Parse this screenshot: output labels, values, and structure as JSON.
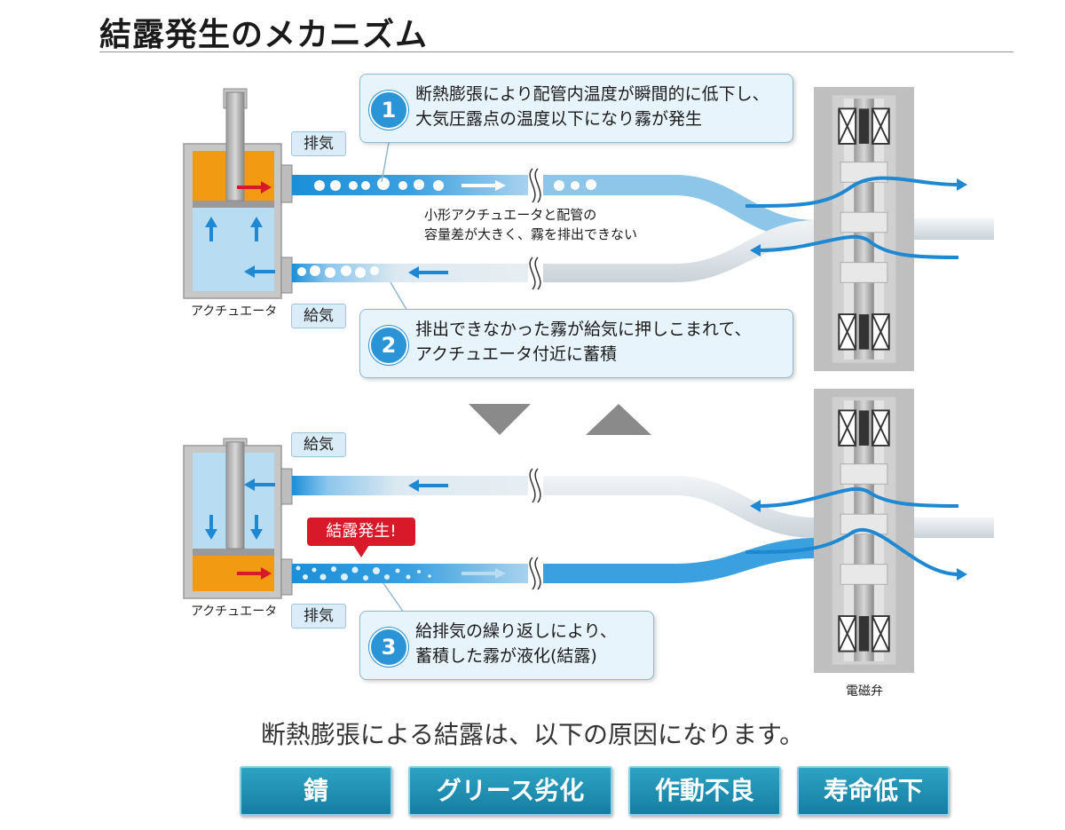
{
  "title": "結露発生のメカニズム",
  "callouts": [
    {
      "number": "1",
      "line1": "断熱膨張により配管内温度が瞬間的に低下し、",
      "line2": "大気圧露点の温度以下になり霧が発生"
    },
    {
      "number": "2",
      "line1": "排出できなかった霧が給気に押しこまれて、",
      "line2": "アクチュエータ付近に蓄積"
    },
    {
      "number": "3",
      "line1": "給排気の繰り返しにより、",
      "line2": "蓄積した霧が液化(結露)"
    }
  ],
  "labels": {
    "exhaust": "排気",
    "supply": "給気",
    "actuator": "アクチュエータ",
    "solenoid_valve": "電磁弁",
    "note_line1": "小形アクチュエータと配管の",
    "note_line2": "容量差が大きく、霧を排出できない",
    "condensation": "結露発生!"
  },
  "summary": "断熱膨張による結露は、以下の原因になります。",
  "results": [
    "錆",
    "グリース劣化",
    "作動不良",
    "寿命低下"
  ],
  "colors": {
    "flow_blue": "#1a8fd8",
    "arrow_blue": "#1e88d2",
    "actuator_orange": "#f29a12",
    "actuator_water": "#b8dcf2",
    "red": "#d7192a",
    "gray": "#a8a8a8"
  }
}
